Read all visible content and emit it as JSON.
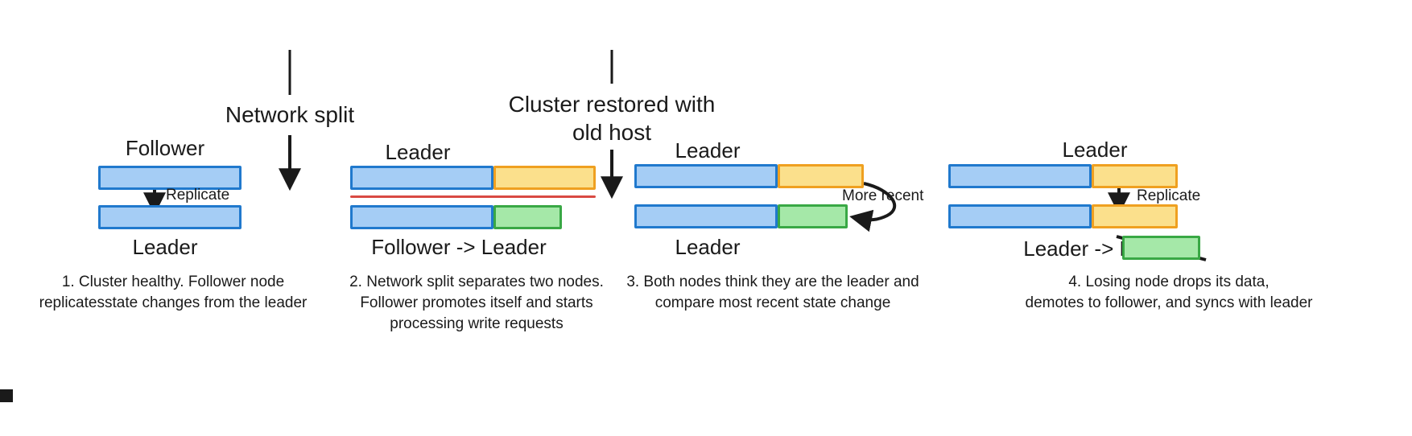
{
  "diagram": {
    "title_transitions": [
      {
        "id": "network-split",
        "text": "Network split"
      },
      {
        "id": "cluster-restored",
        "line1": "Cluster restored with",
        "line2": "old host"
      }
    ],
    "panels": [
      {
        "id": "panel-1",
        "top_label": "Follower",
        "bottom_label": "Leader",
        "inner_label": "Replicate",
        "caption_line1": "1. Cluster healthy. Follower node",
        "caption_line2": "replicatesstate changes from the leader",
        "top_bar_segments": [
          {
            "color_name": "blue",
            "color": "#a5cdf5",
            "border": "#2079cd"
          }
        ],
        "bottom_bar_segments": [
          {
            "color_name": "blue",
            "color": "#a5cdf5",
            "border": "#2079cd"
          }
        ]
      },
      {
        "id": "panel-2",
        "top_label": "Leader",
        "bottom_label": "Follower -> Leader",
        "inner_label": "",
        "caption_line1": "2. Network split separates two nodes.",
        "caption_line2": "Follower promotes itself and starts",
        "caption_line3": "processing write requests",
        "top_bar_segments": [
          {
            "color_name": "blue",
            "color": "#a5cdf5",
            "border": "#2079cd"
          },
          {
            "color_name": "orange",
            "color": "#fbe08c",
            "border": "#efa020"
          }
        ],
        "bottom_bar_segments": [
          {
            "color_name": "blue",
            "color": "#a5cdf5",
            "border": "#2079cd"
          },
          {
            "color_name": "green",
            "color": "#a5e8a8",
            "border": "#39a845"
          }
        ],
        "split_divider_color": "#d94a43"
      },
      {
        "id": "panel-3",
        "top_label": "Leader",
        "bottom_label": "Leader",
        "inner_label": "More recent",
        "caption_line1": "3. Both nodes think they are the leader and",
        "caption_line2": "compare most recent state change",
        "top_bar_segments": [
          {
            "color_name": "blue",
            "color": "#a5cdf5",
            "border": "#2079cd"
          },
          {
            "color_name": "orange",
            "color": "#fbe08c",
            "border": "#efa020"
          }
        ],
        "bottom_bar_segments": [
          {
            "color_name": "blue",
            "color": "#a5cdf5",
            "border": "#2079cd"
          },
          {
            "color_name": "green",
            "color": "#a5e8a8",
            "border": "#39a845"
          }
        ]
      },
      {
        "id": "panel-4",
        "top_label": "Leader",
        "bottom_label": "Leader -> Follower",
        "inner_label": "Replicate",
        "caption_line1": "4. Losing node drops its data,",
        "caption_line2": "demotes to follower, and syncs with leader",
        "top_bar_segments": [
          {
            "color_name": "blue",
            "color": "#a5cdf5",
            "border": "#2079cd"
          },
          {
            "color_name": "orange",
            "color": "#fbe08c",
            "border": "#efa020"
          }
        ],
        "bottom_bar_segments": [
          {
            "color_name": "blue",
            "color": "#a5cdf5",
            "border": "#2079cd"
          },
          {
            "color_name": "orange",
            "color": "#fbe08c",
            "border": "#efa020"
          }
        ],
        "discarded_segment": {
          "color_name": "green",
          "color": "#a5e8a8",
          "border": "#39a845"
        }
      }
    ],
    "colors": {
      "blue_fill": "#a5cdf5",
      "blue_border": "#2079cd",
      "orange_fill": "#fbe08c",
      "orange_border": "#efa020",
      "green_fill": "#a5e8a8",
      "green_border": "#39a845",
      "split_red": "#d94a43",
      "arrow_black": "#1a1a1a",
      "background": "#ffffff"
    }
  }
}
